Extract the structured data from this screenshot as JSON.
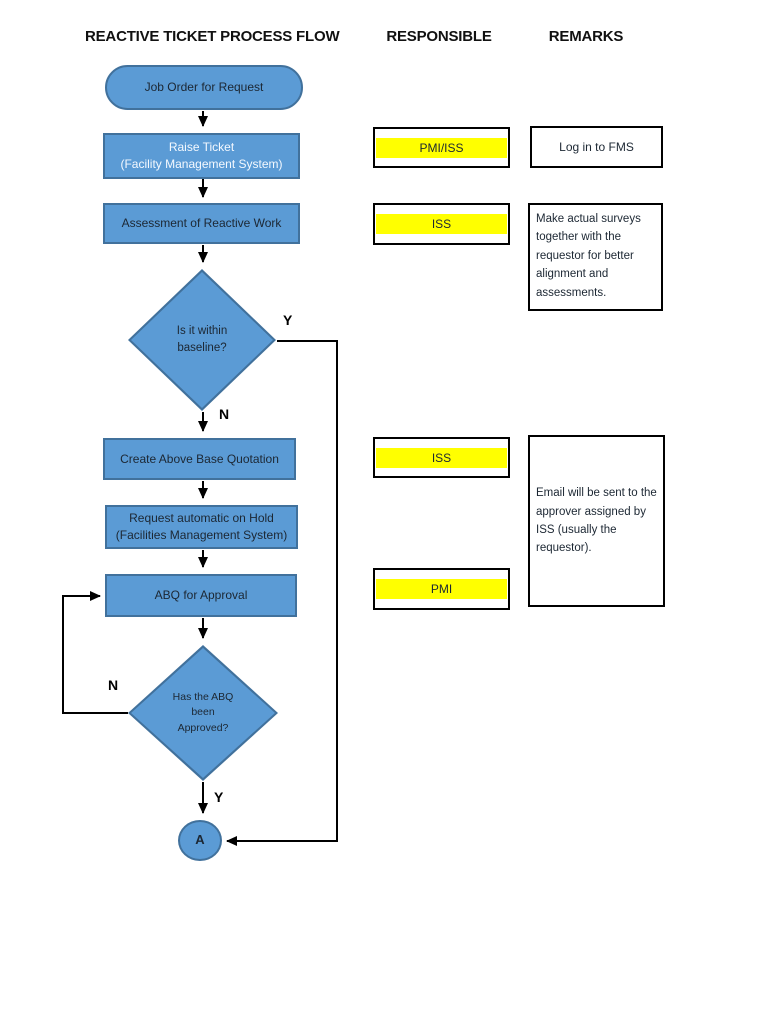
{
  "header": {
    "title": "REACTIVE TICKET PROCESS FLOW",
    "responsible": "RESPONSIBLE",
    "remarks": "REMARKS"
  },
  "flow": {
    "start": "Job Order for Request",
    "raise_ticket": "Raise Ticket\n(Facility Management System)",
    "assessment": "Assessment of Reactive Work",
    "baseline_decision": "Is it within\nbaseline?",
    "create_abq": "Create Above Base Quotation",
    "on_hold": "Request automatic on Hold\n(Facilities Management System)",
    "abq_approval": "ABQ for Approval",
    "approved_decision": "Has the ABQ\nbeen\nApproved?",
    "connector": "A",
    "branch_labels": {
      "baseline_yes": "Y",
      "baseline_no": "N",
      "approved_no": "N",
      "approved_yes": "Y"
    }
  },
  "responsible": [
    "PMI/ISS",
    "ISS",
    "ISS",
    "PMI"
  ],
  "remarks": [
    "Log in to FMS",
    "Make actual surveys together with the requestor for better alignment and assessments.",
    "Email will be sent to the approver assigned by ISS (usually the requestor)."
  ],
  "colors": {
    "shape_fill": "#5b9bd5",
    "shape_border": "#41719c",
    "highlight": "#ffff00",
    "connector_line": "#000000"
  }
}
